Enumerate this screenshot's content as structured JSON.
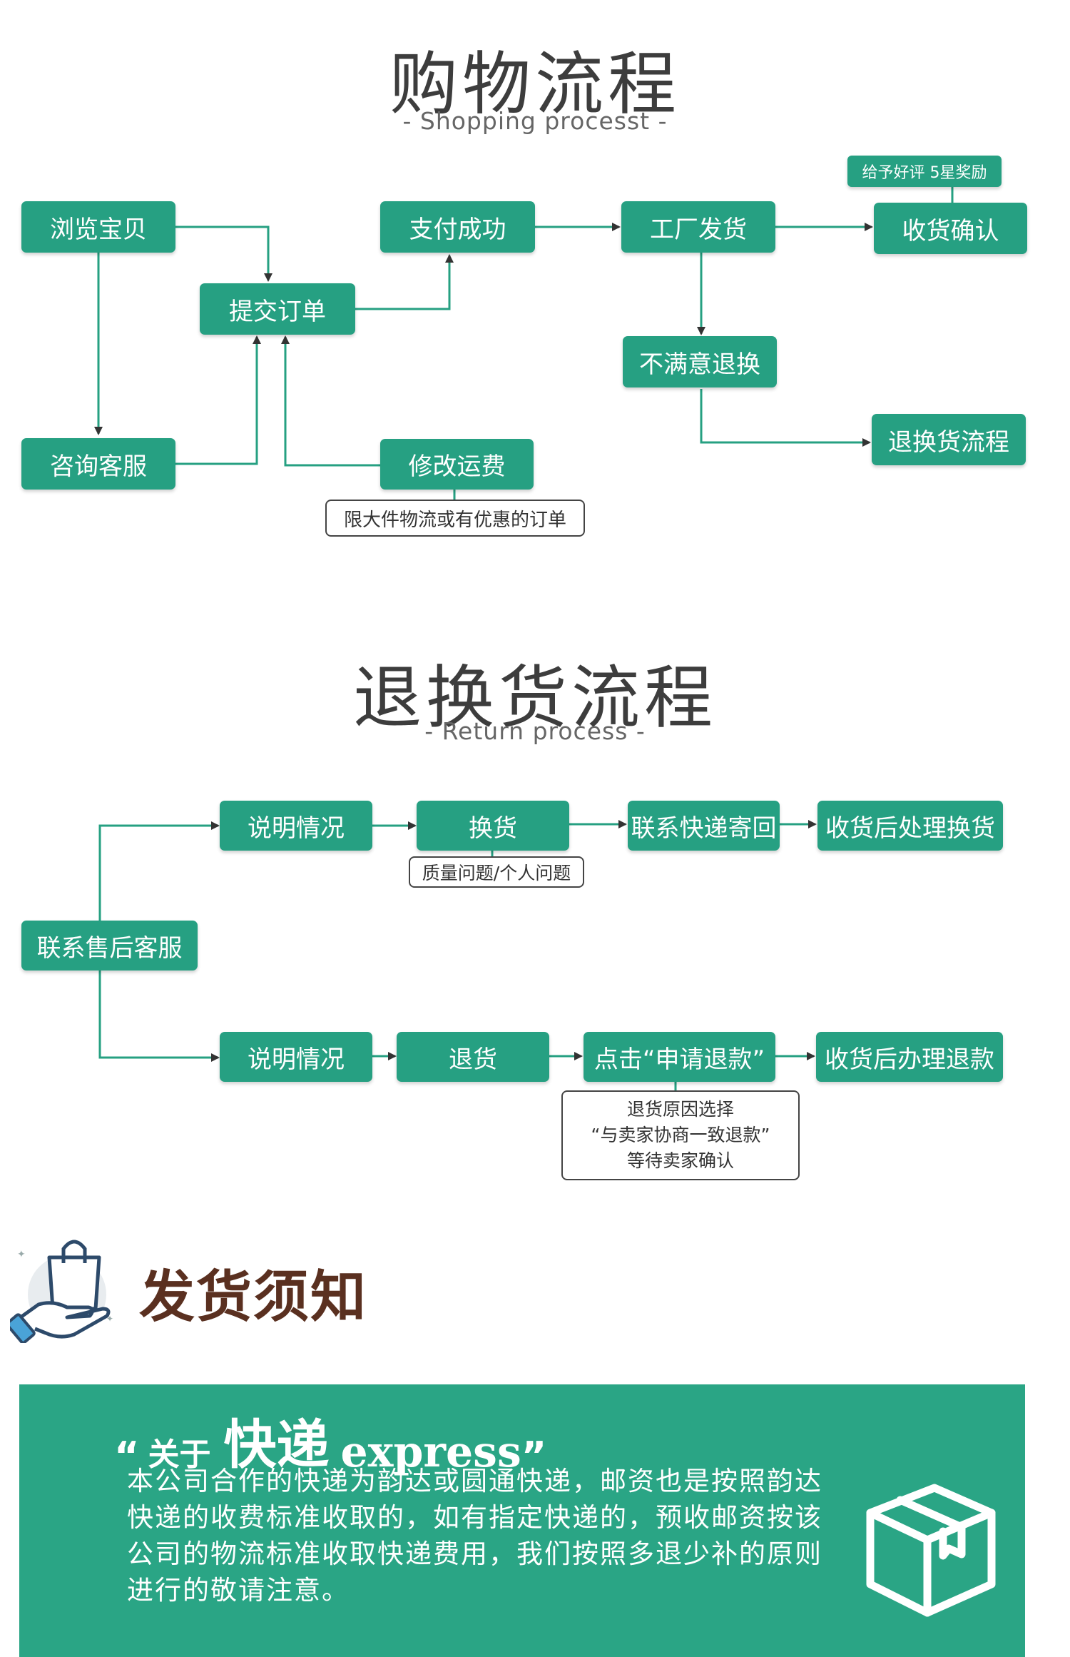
{
  "shopping": {
    "title": "购物流程",
    "subtitle": "- Shopping processt -",
    "nodes": {
      "browse": "浏览宝贝",
      "consult": "咨询客服",
      "submit": "提交订单",
      "pay": "支付成功",
      "ship": "工厂发货",
      "confirm": "收货确认",
      "unsatisfied": "不满意退换",
      "return_flow": "退换货流程",
      "modify_fee": "修改运费"
    },
    "badge": "给予好评 5星奖励",
    "note": "限大件物流或有优惠的订单"
  },
  "returns": {
    "title": "退换货流程",
    "subtitle": "- Return process -",
    "nodes": {
      "contact": "联系售后客服",
      "explain_top": "说明情况",
      "exchange": "换货",
      "contact_courier": "联系快递寄回",
      "after_exchange": "收货后处理换货",
      "explain_bottom": "说明情况",
      "refund": "退货",
      "apply_refund": "点击“申请退款”",
      "after_refund": "收货后办理退款"
    },
    "exchange_note": "质量问题/个人问题",
    "refund_note": {
      "line1": "退货原因选择",
      "line2": "“与卖家协商一致退款”",
      "line3": "等待卖家确认"
    }
  },
  "notice": {
    "title": "发货须知",
    "panel": {
      "open_quote": "“",
      "about": "关于",
      "express_cn": "快递",
      "express_en": "express",
      "close_quote": "”",
      "body": "本公司合作的快递为韵达或圆通快递，邮资也是按照韵达快递的收费标准收取的，如有指定快递的，预收邮资按该公司的物流标准收取快递费用，我们按照多退少补的原则进行的敬请注意。"
    }
  },
  "colors": {
    "node_green": "#26a082",
    "panel_green": "#2aa585",
    "arrow": "#26a082",
    "notice_brown": "#5a3020"
  },
  "icons": [
    "shopping-bag-hand-icon",
    "package-box-icon"
  ]
}
